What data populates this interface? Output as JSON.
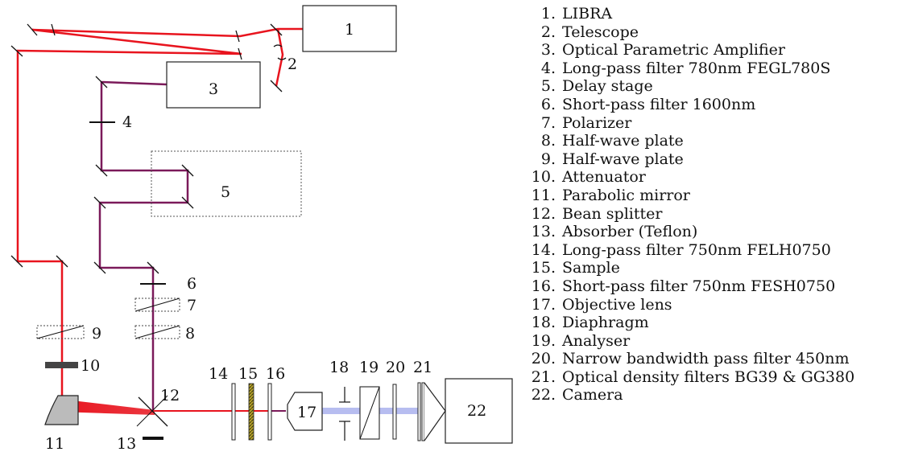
{
  "colors": {
    "laser_red": "#e8141e",
    "opa_purple": "#7b1a5a",
    "probe_blue": "#b7bdf0",
    "outline": "#222222",
    "sample_gold": "#b8a52a"
  },
  "components": [
    {
      "number": "1",
      "name": "LIBRA"
    },
    {
      "number": "2",
      "name": "Telescope"
    },
    {
      "number": "3",
      "name": "Optical Parametric Amplifier"
    },
    {
      "number": "4",
      "name": "Long-pass filter 780nm FEGL780S"
    },
    {
      "number": "5",
      "name": "Delay stage"
    },
    {
      "number": "6",
      "name": "Short-pass filter 1600nm"
    },
    {
      "number": "7",
      "name": "Polarizer"
    },
    {
      "number": "8",
      "name": "Half-wave plate"
    },
    {
      "number": "9",
      "name": "Half-wave plate"
    },
    {
      "number": "10",
      "name": "Attenuator"
    },
    {
      "number": "11",
      "name": "Parabolic mirror"
    },
    {
      "number": "12",
      "name": "Bean splitter"
    },
    {
      "number": "13",
      "name": "Absorber (Teflon)"
    },
    {
      "number": "14",
      "name": "Long-pass filter 750nm FELH0750"
    },
    {
      "number": "15",
      "name": "Sample"
    },
    {
      "number": "16",
      "name": "Short-pass filter 750nm FESH0750"
    },
    {
      "number": "17",
      "name": "Objective lens"
    },
    {
      "number": "18",
      "name": "Diaphragm"
    },
    {
      "number": "19",
      "name": "Analyser"
    },
    {
      "number": "20",
      "name": "Narrow bandwidth pass filter 450nm"
    },
    {
      "number": "21",
      "name": "Optical density filters BG39 & GG380"
    },
    {
      "number": "22",
      "name": "Camera"
    }
  ]
}
